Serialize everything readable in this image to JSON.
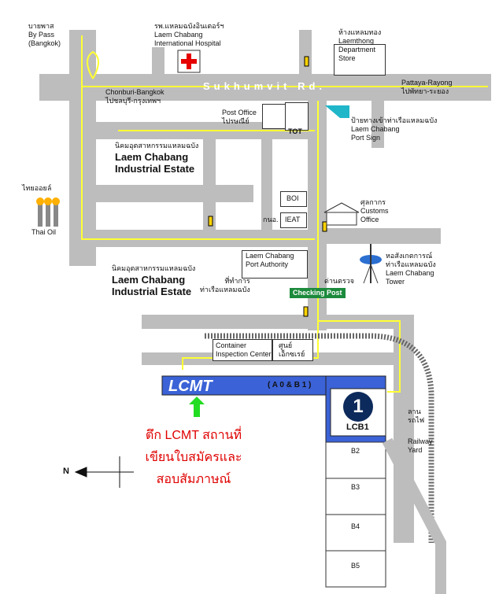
{
  "top_labels": {
    "bypass": [
      "บายพาส",
      "By Pass",
      "(Bangkok)"
    ],
    "hospital": [
      "รพ.แหลมฉบังอินเตอร์ฯ",
      "Laem Chabang",
      "International Hospital"
    ],
    "lamthong": [
      "ห้างแหลมทอง",
      "Laemthong",
      "Department",
      "Store"
    ]
  },
  "sukhumvit": "Sukhumvit Rd.",
  "direction_west": [
    "Chonburi-Bangkok",
    "ไปชลบุรี-กรุงเทพฯ"
  ],
  "direction_east": [
    "Pattaya-Rayong",
    "ไปพัทยา-ระยอง"
  ],
  "post_office": [
    "Post Office",
    "ไปรษณีย์"
  ],
  "tot": "TOT",
  "port_sign": [
    "ป้ายทางเข้าท่าเรือแหลมฉบัง",
    "Laem Chabang",
    "Port Sign"
  ],
  "industrial_north": {
    "thai": "นิคมอุตสาหกรรมแหลมฉบัง",
    "line1": "Laem Chabang",
    "line2": "Industrial Estate"
  },
  "industrial_south": {
    "thai": "นิคมอุตสาหกรรมแหลมฉบัง",
    "line1": "Laem Chabang",
    "line2": "Industrial Estate"
  },
  "thai_oil": [
    "ไทยออยล์",
    "Thai  Oil"
  ],
  "boi": "BOI",
  "ieat": [
    "กนอ.",
    "IEAT"
  ],
  "customs": [
    "ศุลกากร",
    "Customs",
    "Office"
  ],
  "port_authority": [
    "Laem Chabang",
    "Port Authority",
    "ที่ทำการ",
    "ท่าเรือแหลมฉบัง"
  ],
  "tower": [
    "หอสังเกตการณ์",
    "ท่าเรือแหลมฉบัง",
    "Laem Chabang",
    "Tower"
  ],
  "checkpoint_thai": "ด่านตรวจ",
  "checking_post": "Checking Post",
  "container_center": [
    "Container",
    "Inspection Center"
  ],
  "container_thai": [
    "ศูนย์",
    "เอ็กซเรย์"
  ],
  "lcmt": "LCMT",
  "berths": "( A 0  &  B 1 )",
  "lcb1": "LCB1",
  "lcb1_glyph": "1",
  "note": [
    "ตึก LCMT สถานที่",
    "เขียนใบสมัครและ",
    "สอบสัมภาษณ์"
  ],
  "railway": [
    "ลาน",
    "รถไฟ",
    "Railway",
    "Yard"
  ],
  "blocks": [
    "B2",
    "B3",
    "B4",
    "B5"
  ],
  "north_arrow": "N",
  "colors": {
    "road": "#bdbdbd",
    "route": "#ffff33",
    "dock": "#3b62d6",
    "lcmt_text": "#ffffff",
    "note_red": "#e00000",
    "arrow_green": "#22dd22",
    "sign_teal": "#1fb6c9",
    "checking_green": "#1c8a3c",
    "tower_blue": "#2b6fd0",
    "hospital_red": "#e60000"
  }
}
